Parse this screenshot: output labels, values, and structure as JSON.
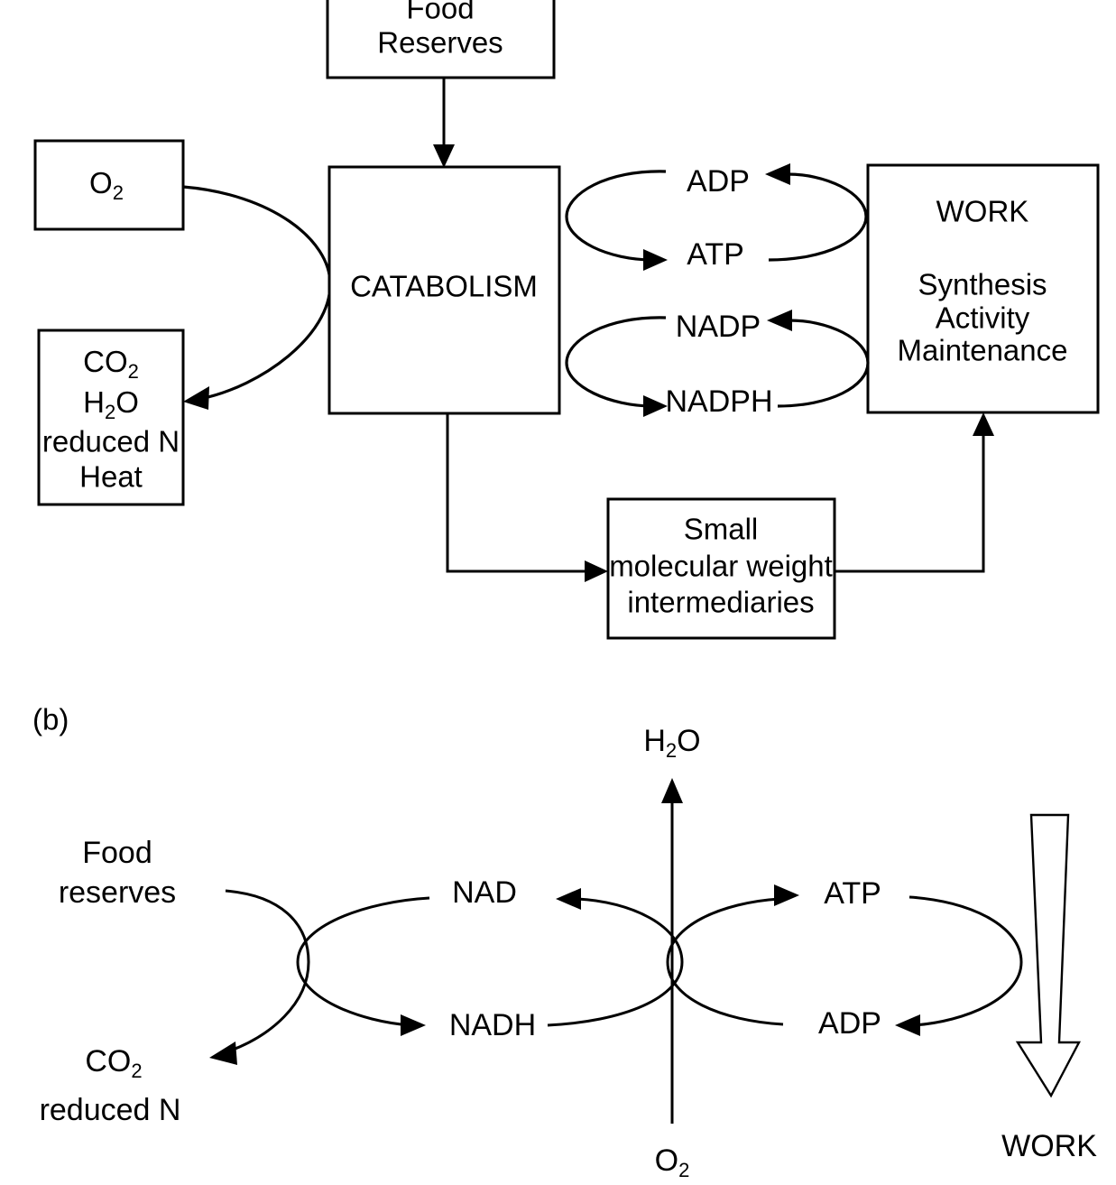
{
  "figure": {
    "panel_b_label": "(b)",
    "accent_color": "#000000",
    "background_color": "#ffffff"
  },
  "panel_a": {
    "boxes": {
      "food_reserves": {
        "line1": "Food",
        "line2": "Reserves"
      },
      "oxygen": {
        "label": "O",
        "subscript": "2"
      },
      "waste": {
        "line1_main": "CO",
        "line1_sub": "2",
        "line2_main": "H",
        "line2_sub": "2",
        "line2_tail": "O",
        "line3": "reduced N",
        "line4": "Heat"
      },
      "catabolism": {
        "label": "CATABOLISM"
      },
      "work": {
        "title": "WORK",
        "item1": "Synthesis",
        "item2": "Activity",
        "item3": "Maintenance"
      },
      "intermediaries": {
        "line1": "Small",
        "line2": "molecular weight",
        "line3": "intermediaries"
      }
    },
    "cycle_labels": {
      "adp": "ADP",
      "atp": "ATP",
      "nadp": "NADP",
      "nadph": "NADPH"
    }
  },
  "panel_b": {
    "labels": {
      "food_line1": "Food",
      "food_line2": "reserves",
      "co2_main": "CO",
      "co2_sub": "2",
      "reduced_n": "reduced N",
      "nad": "NAD",
      "nadh": "NADH",
      "atp": "ATP",
      "adp": "ADP",
      "water_main": "H",
      "water_sub": "2",
      "water_tail": "O",
      "oxygen_main": "O",
      "oxygen_sub": "2",
      "work": "WORK"
    }
  }
}
